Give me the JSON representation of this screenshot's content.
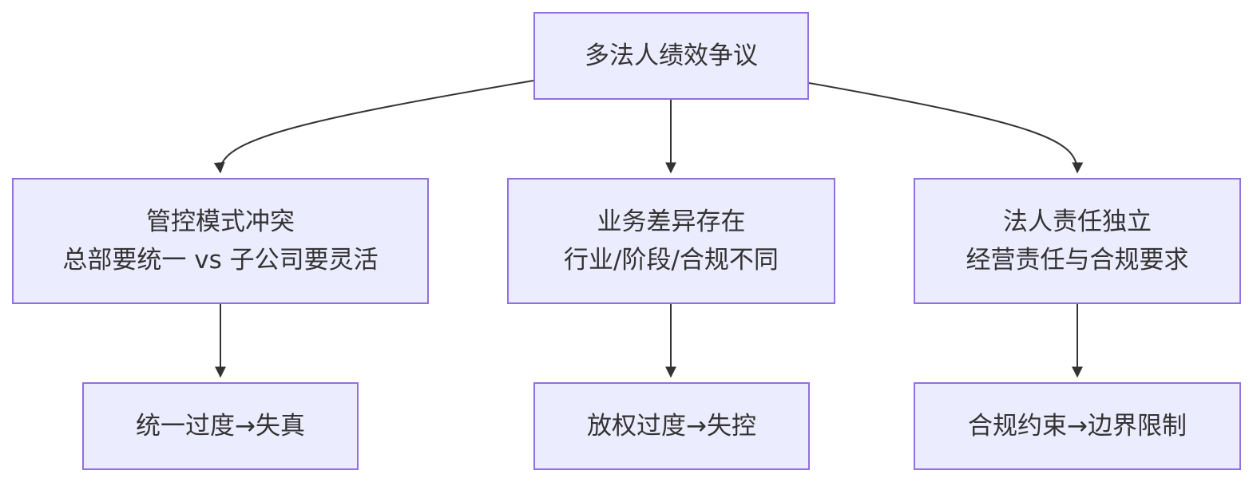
{
  "colors": {
    "node_fill": "#ececff",
    "node_border": "#9370db",
    "edge": "#333333",
    "text": "#333333"
  },
  "nodes": {
    "root": {
      "line1": "多法人绩效争议"
    },
    "a": {
      "line1": "管控模式冲突",
      "line2": "总部要统一 vs 子公司要灵活"
    },
    "b": {
      "line1": "业务差异存在",
      "line2": "行业/阶段/合规不同"
    },
    "c": {
      "line1": "法人责任独立",
      "line2": "经营责任与合规要求"
    },
    "a1": {
      "line1": "统一过度→失真"
    },
    "b1": {
      "line1": "放权过度→失控"
    },
    "c1": {
      "line1": "合规约束→边界限制"
    }
  },
  "edges": [
    {
      "from": "root",
      "to": "a"
    },
    {
      "from": "root",
      "to": "b"
    },
    {
      "from": "root",
      "to": "c"
    },
    {
      "from": "a",
      "to": "a1"
    },
    {
      "from": "b",
      "to": "b1"
    },
    {
      "from": "c",
      "to": "c1"
    }
  ]
}
